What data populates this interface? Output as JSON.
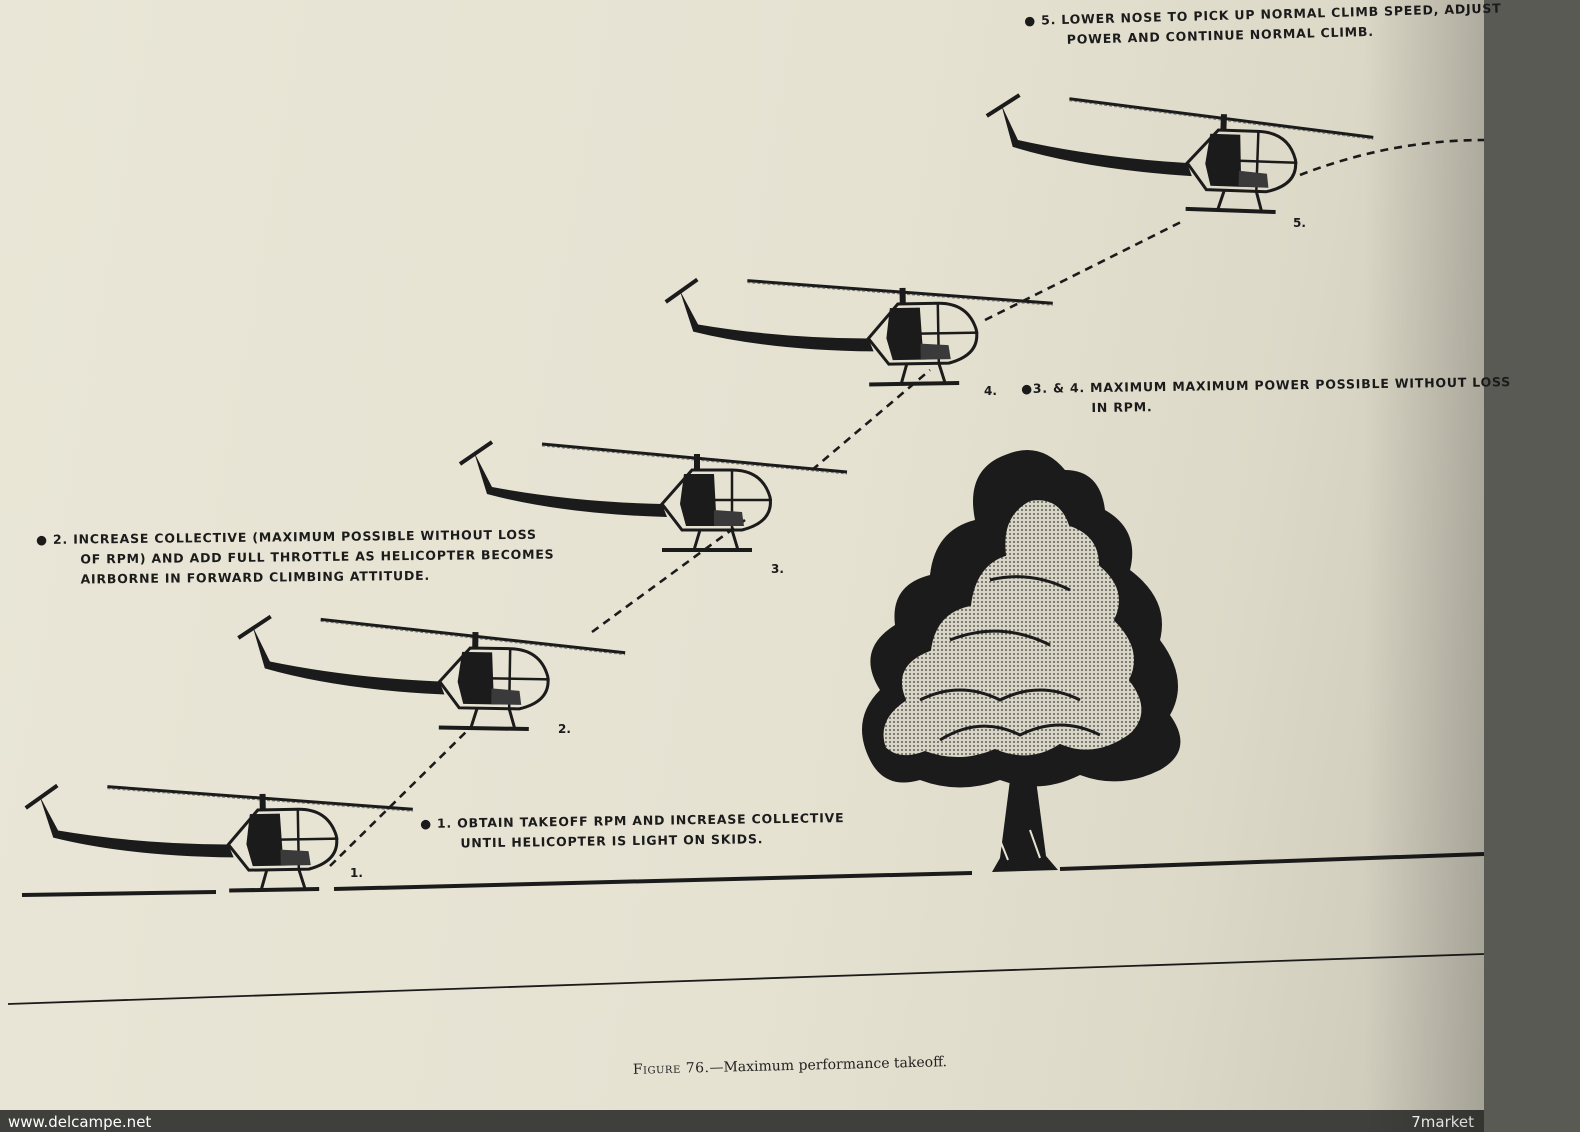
{
  "steps": {
    "s1_line1": "● 1. OBTAIN TAKEOFF RPM AND INCREASE COLLECTIVE",
    "s1_line2": "UNTIL HELICOPTER IS LIGHT ON SKIDS.",
    "s2_line1": "● 2. INCREASE COLLECTIVE (MAXIMUM POSSIBLE WITHOUT LOSS",
    "s2_line2": "OF RPM) AND ADD FULL THROTTLE AS HELICOPTER BECOMES",
    "s2_line3": "AIRBORNE IN FORWARD CLIMBING ATTITUDE.",
    "s34_line1": "●3. & 4. MAXIMUM MAXIMUM POWER POSSIBLE WITHOUT LOSS",
    "s34_line2": "IN RPM.",
    "s5_line1": "● 5. LOWER NOSE TO PICK UP NORMAL CLIMB SPEED, ADJUST",
    "s5_line2": "POWER AND CONTINUE NORMAL CLIMB."
  },
  "positions": {
    "p1": "1.",
    "p2": "2.",
    "p3": "3.",
    "p4": "4.",
    "p5": "5."
  },
  "caption": {
    "figure": "Figure 76.",
    "text": "—Maximum performance takeoff."
  },
  "watermarks": {
    "left": "www.delcampe.net",
    "right": "7market"
  },
  "colors": {
    "ink": "#1b1b1b",
    "paper": "#e7e3d3"
  }
}
